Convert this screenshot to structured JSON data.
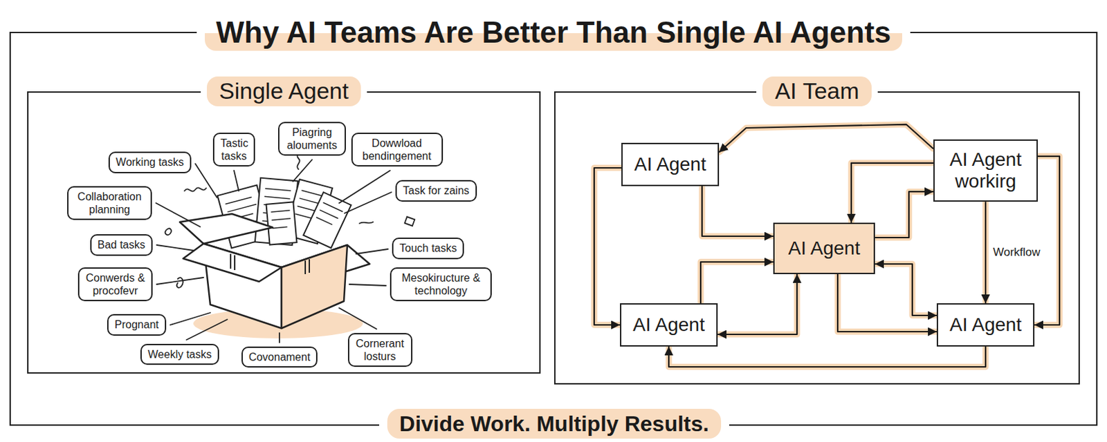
{
  "diagram": {
    "title": "Why AI Teams Are Better Than Single AI Agents",
    "caption": "Divide Work. Multiply Results.",
    "nodes": [
      {
        "text": [
          "Single Agent"
        ]
      },
      {
        "text": [
          "Working tasks"
        ],
        "in": 0
      },
      {
        "text": [
          "Tastic tasks"
        ],
        "in": 0
      },
      {
        "text": [
          "Piagring alouments"
        ],
        "in": 0
      },
      {
        "text": [
          "Dowwload bendingement"
        ],
        "in": 0
      },
      {
        "text": [
          "Collaboration planning"
        ],
        "in": 0
      },
      {
        "text": [
          "Task for zains"
        ],
        "in": 0
      },
      {
        "text": [
          "Bad tasks"
        ],
        "in": 0
      },
      {
        "text": [
          "Touch tasks"
        ],
        "in": 0
      },
      {
        "text": [
          "Conwerds & procofevr"
        ],
        "in": 0
      },
      {
        "text": [
          "Mesokiructure & technology"
        ],
        "in": 0
      },
      {
        "text": [
          "Prognant"
        ],
        "in": 0
      },
      {
        "text": [
          "Weekly tasks"
        ],
        "in": 0
      },
      {
        "text": [
          "Covonament"
        ],
        "in": 0
      },
      {
        "text": [
          "Cornerant losturs"
        ],
        "in": 0
      },
      {
        "text": [
          "AI Team"
        ]
      },
      {
        "text": [
          "AI Agent"
        ],
        "in": 15
      },
      {
        "text": [
          "AI Agent workirg"
        ],
        "in": 15
      },
      {
        "text": [
          "AI Agent"
        ],
        "in": 15
      },
      {
        "text": [
          "AI Agent"
        ],
        "in": 15
      },
      {
        "text": [
          "AI Agent"
        ],
        "in": 15
      }
    ],
    "edges": [
      {
        "from": 17,
        "to": 16,
        "arrow": "to"
      },
      {
        "from": 16,
        "to": 18,
        "arrow": "to"
      },
      {
        "from": 16,
        "to": 19,
        "arrow": "to"
      },
      {
        "from": 17,
        "to": 18,
        "arrow": "to"
      },
      {
        "from": 18,
        "to": 17,
        "arrow": "to"
      },
      {
        "from": 17,
        "to": 20,
        "label": "Workflow",
        "arrow": "to"
      },
      {
        "from": 19,
        "to": 18,
        "arrow": "both"
      },
      {
        "from": 19,
        "to": 18,
        "arrow": "to"
      },
      {
        "from": 18,
        "to": 20,
        "arrow": "both"
      },
      {
        "from": 18,
        "to": 20,
        "arrow": "to"
      },
      {
        "from": 20,
        "to": 19,
        "arrow": "to"
      },
      {
        "from": 17,
        "to": 20,
        "arrow": "to"
      }
    ]
  }
}
